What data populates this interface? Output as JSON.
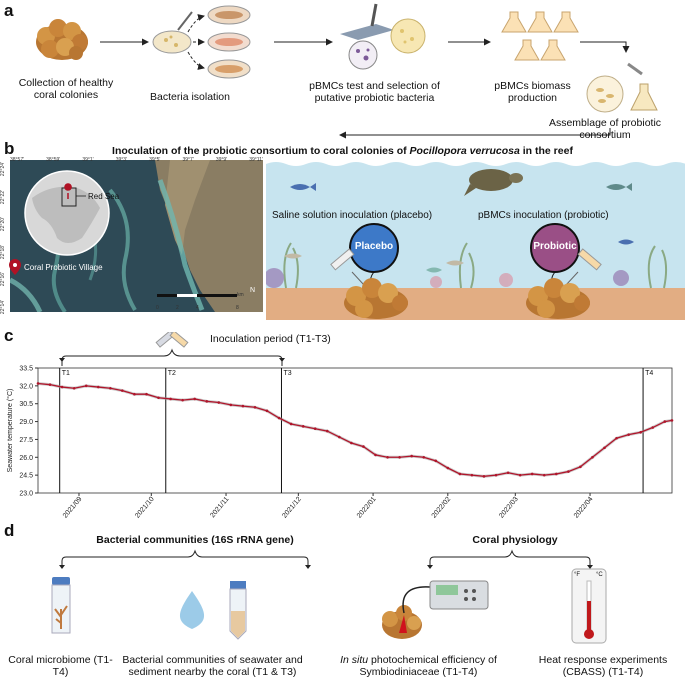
{
  "panel_a": {
    "label": "a",
    "step1": "Collection of  healthy coral colonies",
    "step2": "Bacteria isolation",
    "step3": "pBMCs test and selection of putative probiotic bacteria",
    "step4": "pBMCs biomass production",
    "step5": "Assemblage of probiotic consortium"
  },
  "panel_b": {
    "label": "b",
    "title_prefix": "Inoculation of the probiotic consortium to coral colonies of ",
    "title_species": "Pocillopora verrucosa",
    "title_suffix": " in the reef",
    "map_top_ticks": [
      "38°57'",
      "38°59'",
      "39°1'",
      "39°3'",
      "39°5'",
      "39°7'",
      "39°9'",
      "39°11'"
    ],
    "map_left_ticks": [
      "22°24'",
      "22°22'",
      "22°20'",
      "22°18'",
      "22°16'",
      "22°14'"
    ],
    "inset_label": "Red Sea",
    "village_label": "Coral Probiotic Village",
    "scale_labels": [
      "0",
      "2",
      "4",
      "8"
    ],
    "scale_unit": "km",
    "north": "N",
    "placebo_caption": "Saline solution inoculation (placebo)",
    "placebo_bubble": "Placebo",
    "probiotic_caption": "pBMCs inoculation (probiotic)",
    "probiotic_bubble": "Probiotic"
  },
  "panel_c": {
    "label": "c",
    "inoculation_label": "Inoculation period (T1-T3)"
  },
  "chart_data": {
    "type": "line",
    "ylabel": "Seawater temperature (°C)",
    "ylim": [
      23.0,
      33.5
    ],
    "yticks": [
      "33.5",
      "32.0",
      "30.5",
      "29.0",
      "27.5",
      "26.0",
      "24.5",
      "23.0"
    ],
    "xlim": [
      "2021-08-15",
      "2022-05-05"
    ],
    "xticks": [
      "2021/09",
      "2021/10",
      "2021/11",
      "2021/12",
      "2022/01",
      "2022/02",
      "2022/03",
      "2022/04"
    ],
    "timepoints": [
      {
        "label": "T1",
        "date": "2021-08-24"
      },
      {
        "label": "T2",
        "date": "2021-10-07"
      },
      {
        "label": "T3",
        "date": "2021-11-24"
      },
      {
        "label": "T4",
        "date": "2022-04-23"
      }
    ],
    "series": [
      {
        "color": "#b0152b",
        "points": [
          [
            "2021-08-15",
            32.2
          ],
          [
            "2021-08-20",
            32.1
          ],
          [
            "2021-08-25",
            31.9
          ],
          [
            "2021-08-30",
            31.8
          ],
          [
            "2021-09-04",
            32.0
          ],
          [
            "2021-09-09",
            31.9
          ],
          [
            "2021-09-14",
            31.8
          ],
          [
            "2021-09-19",
            31.6
          ],
          [
            "2021-09-24",
            31.3
          ],
          [
            "2021-09-29",
            31.3
          ],
          [
            "2021-10-04",
            31.0
          ],
          [
            "2021-10-09",
            30.9
          ],
          [
            "2021-10-14",
            30.8
          ],
          [
            "2021-10-19",
            30.9
          ],
          [
            "2021-10-24",
            30.7
          ],
          [
            "2021-10-29",
            30.6
          ],
          [
            "2021-11-03",
            30.4
          ],
          [
            "2021-11-08",
            30.3
          ],
          [
            "2021-11-13",
            30.2
          ],
          [
            "2021-11-18",
            29.9
          ],
          [
            "2021-11-23",
            29.3
          ],
          [
            "2021-11-28",
            28.8
          ],
          [
            "2021-12-03",
            28.6
          ],
          [
            "2021-12-08",
            28.4
          ],
          [
            "2021-12-13",
            28.2
          ],
          [
            "2021-12-18",
            27.7
          ],
          [
            "2021-12-23",
            27.2
          ],
          [
            "2021-12-28",
            26.9
          ],
          [
            "2022-01-02",
            26.2
          ],
          [
            "2022-01-07",
            26.0
          ],
          [
            "2022-01-12",
            26.0
          ],
          [
            "2022-01-17",
            26.1
          ],
          [
            "2022-01-22",
            26.0
          ],
          [
            "2022-01-27",
            25.7
          ],
          [
            "2022-02-01",
            25.1
          ],
          [
            "2022-02-06",
            24.6
          ],
          [
            "2022-02-11",
            24.5
          ],
          [
            "2022-02-16",
            24.4
          ],
          [
            "2022-02-21",
            24.5
          ],
          [
            "2022-02-26",
            24.7
          ],
          [
            "2022-03-03",
            24.5
          ],
          [
            "2022-03-08",
            24.6
          ],
          [
            "2022-03-13",
            24.5
          ],
          [
            "2022-03-18",
            24.6
          ],
          [
            "2022-03-23",
            24.8
          ],
          [
            "2022-03-28",
            25.2
          ],
          [
            "2022-04-02",
            26.0
          ],
          [
            "2022-04-07",
            26.8
          ],
          [
            "2022-04-12",
            27.6
          ],
          [
            "2022-04-17",
            27.9
          ],
          [
            "2022-04-22",
            28.1
          ],
          [
            "2022-04-27",
            28.5
          ],
          [
            "2022-05-02",
            29.0
          ],
          [
            "2022-05-05",
            29.1
          ]
        ]
      }
    ]
  },
  "panel_d": {
    "label": "d",
    "header_left": "Bacterial communities (16S rRNA gene)",
    "header_right": "Coral physiology",
    "item1": "Coral  microbiome (T1-T4)",
    "item2": "Bacterial communities of seawater and sediment nearby the coral  (T1 & T3)",
    "item3_italic": "In situ",
    "item3_rest": "  photochemical efficiency of Symbiodiniaceae (T1-T4)",
    "item4": "Heat response experiments (CBASS) (T1-T4)",
    "thermo_f": "°F",
    "thermo_c": "°C"
  },
  "colors": {
    "coral": "#c9853a",
    "placebo": "#3d79c8",
    "probiotic": "#9a4f86",
    "series": "#b0152b",
    "water": "#bfe0ee",
    "sand": "#e2ad83"
  }
}
